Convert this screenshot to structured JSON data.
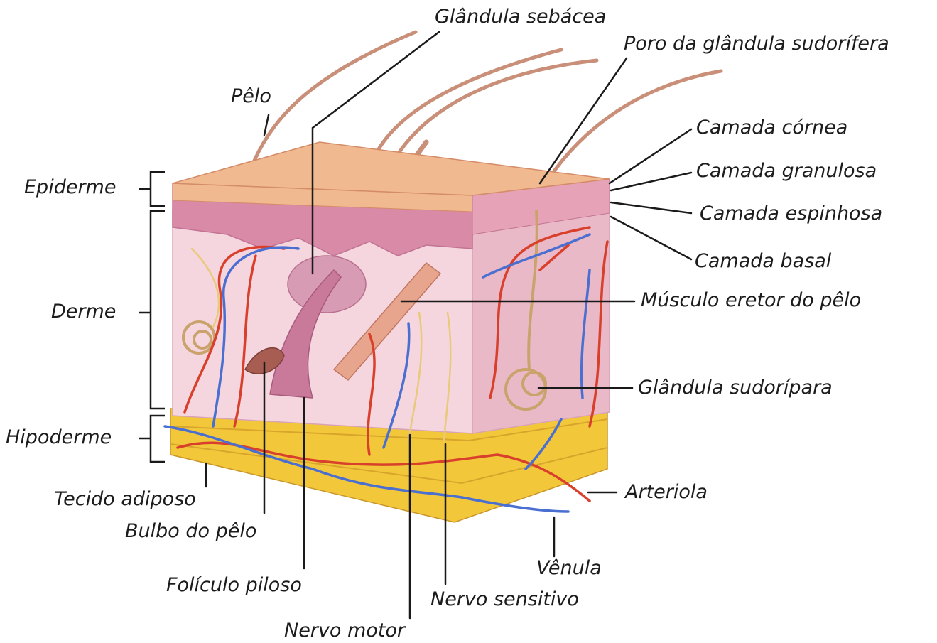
{
  "labels": {
    "glandula_sebacea": "Glândula sebácea",
    "poro_glandula": "Poro da glândula sudorífera",
    "pelo": "Pêlo",
    "camada_cornea": "Camada córnea",
    "camada_granulosa": "Camada granulosa",
    "camada_espinhosa": "Camada espinhosa",
    "camada_basal": "Camada basal",
    "musculo_eretor": "Músculo eretor do pêlo",
    "glandula_sudoripara": "Glândula sudorípara",
    "arteriola": "Arteriola",
    "venula": "Vênula",
    "nervo_sensitivo": "Nervo sensitivo",
    "nervo_motor": "Nervo motor",
    "foliculo_piloso": "Folículo piloso",
    "bulbo_pelo": "Bulbo do pêlo",
    "tecido_adiposo": "Tecido adiposo",
    "epiderme": "Epiderme",
    "derme": "Derme",
    "hipoderme": "Hipoderme"
  },
  "colors": {
    "epidermis_top": "#f0b98f",
    "epidermis_layer": "#d98aa6",
    "dermis": "#f5d6df",
    "dermis_side": "#eab9c8",
    "fat": "#f2c83a",
    "artery": "#d8402c",
    "vein": "#4a6fd0",
    "nerve": "#e9c97a",
    "hair": "#c98f78",
    "leader": "#1a1a1a"
  }
}
